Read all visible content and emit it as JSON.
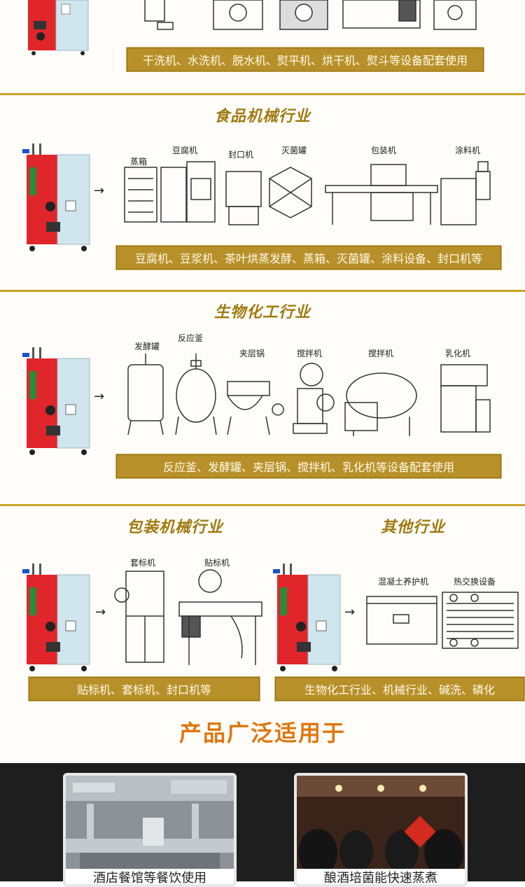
{
  "sections": {
    "laundry": {
      "bar_text": "干洗机、水洗机、脱水机、熨平机、烘干机、熨斗等设备配套使用"
    },
    "food": {
      "title": "食品机械行业",
      "labels": [
        "蒸箱",
        "豆腐机",
        "封口机",
        "灭菌罐",
        "包装机",
        "涂料机"
      ],
      "bar_text": "豆腐机、豆浆机、茶叶烘蒸发酵、蒸箱、灭菌罐、涂料设备、封口机等"
    },
    "bio": {
      "title": "生物化工行业",
      "labels": [
        "发酵罐",
        "反应釜",
        "夹层锅",
        "搅拌机",
        "搅拌机",
        "乳化机"
      ],
      "bar_text": "反应釜、发酵罐、夹层锅、搅拌机、乳化机等设备配套使用"
    },
    "packaging": {
      "title": "包装机械行业",
      "labels": [
        "套标机",
        "贴标机"
      ],
      "bar_text": "贴标机、套标机、封口机等"
    },
    "other": {
      "title": "其他行业",
      "labels": [
        "混凝土养护机",
        "热交换设备"
      ],
      "bar_text": "生物化工行业、机械行业、碱洗、磷化"
    }
  },
  "main_title": "产品广泛适用于",
  "photos": [
    {
      "caption": "酒店餐馆等餐饮使用"
    },
    {
      "caption": "酿酒培菌能快速蒸煮"
    }
  ],
  "colors": {
    "gold": "#b8902a",
    "accent_title": "#e0760e",
    "section_title": "#a07a10",
    "boiler_red": "#e0262b"
  }
}
